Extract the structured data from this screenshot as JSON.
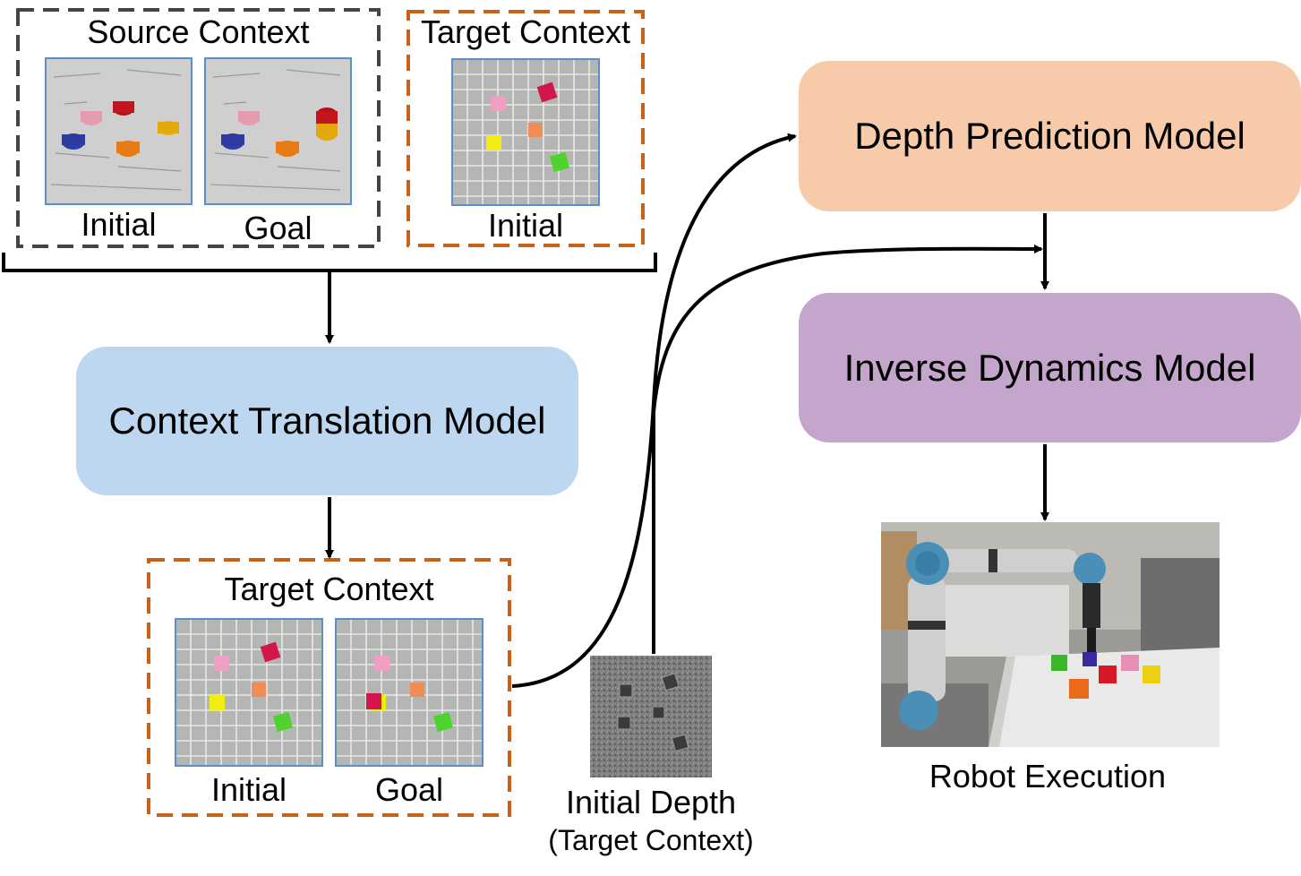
{
  "colors": {
    "ctm_fill": "#bcd7ef",
    "dpm_fill": "#f7cba9",
    "idm_fill": "#c4a6cc",
    "source_border": "#444444",
    "target_border": "#c8611a",
    "image_border": "#5b8fc9"
  },
  "source_context": {
    "title": "Source Context",
    "initial_label": "Initial",
    "goal_label": "Goal"
  },
  "target_context_top": {
    "title": "Target Context",
    "initial_label": "Initial"
  },
  "context_translation_model": {
    "label": "Context Translation Model"
  },
  "target_context_bottom": {
    "title": "Target Context",
    "initial_label": "Initial",
    "goal_label": "Goal"
  },
  "initial_depth": {
    "label": "Initial Depth",
    "sublabel": "(Target Context)"
  },
  "depth_prediction_model": {
    "label": "Depth Prediction Model"
  },
  "inverse_dynamics_model": {
    "label": "Inverse Dynamics Model"
  },
  "robot_execution": {
    "label": "Robot Execution"
  }
}
